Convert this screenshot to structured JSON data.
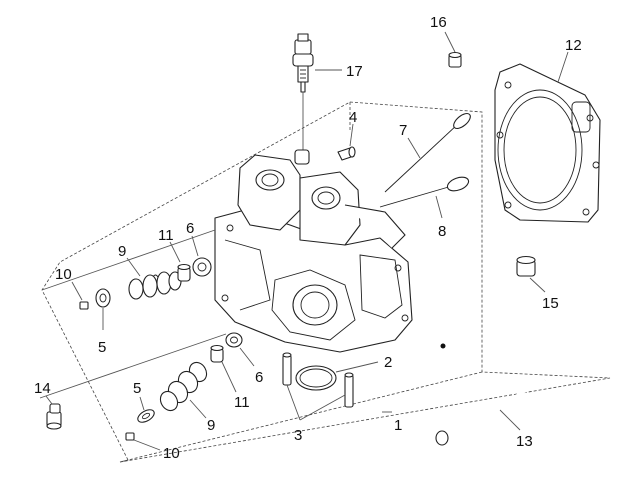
{
  "callouts": {
    "c1": "1",
    "c2": "2",
    "c3": "3",
    "c4": "4",
    "c5a": "5",
    "c5b": "5",
    "c6a": "6",
    "c6b": "6",
    "c7": "7",
    "c8": "8",
    "c9a": "9",
    "c9b": "9",
    "c10a": "10",
    "c10b": "10",
    "c11a": "11",
    "c11b": "11",
    "c12": "12",
    "c13": "13",
    "c14": "14",
    "c15": "15",
    "c16": "16",
    "c17": "17"
  },
  "colors": {
    "line": "#222222",
    "leader": "#555555",
    "background": "#ffffff"
  },
  "icons": [
    "cylinder-head-icon",
    "gasket-icon",
    "valve-icon",
    "spring-icon",
    "bolt-icon",
    "sensor-icon"
  ]
}
